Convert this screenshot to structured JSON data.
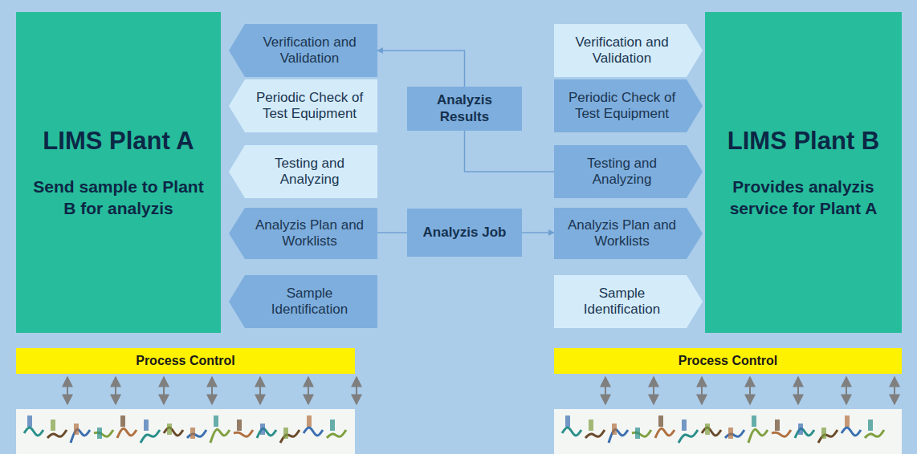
{
  "diagram": {
    "nodes": [
      {
        "text": [
          "LIMS Plant A",
          "Send sample to Plant B for analyzis"
        ]
      },
      {
        "text": [
          "Verification and Validation"
        ]
      },
      {
        "text": [
          "Periodic Check of Test Equipment"
        ]
      },
      {
        "text": [
          "Testing and Analyzing"
        ]
      },
      {
        "text": [
          "Analyzis Plan and Worklists"
        ]
      },
      {
        "text": [
          "Sample Identification"
        ]
      },
      {
        "text": [
          "Analyzis Results"
        ]
      },
      {
        "text": [
          "Analyzis Job"
        ]
      },
      {
        "text": [
          "Verification and Validation"
        ]
      },
      {
        "text": [
          "Periodic Check of Test Equipment"
        ]
      },
      {
        "text": [
          "Testing and Analyzing"
        ]
      },
      {
        "text": [
          "Analyzis Plan and Worklists"
        ]
      },
      {
        "text": [
          "Sample Identification"
        ]
      },
      {
        "text": [
          "LIMS Plant B",
          "Provides analyzis service for Plant A"
        ]
      },
      {
        "text": [
          "Process Control"
        ]
      },
      {
        "text": [
          "Process Control"
        ]
      }
    ],
    "edges": [
      {
        "from": 4,
        "to": 7,
        "arrow": "none"
      },
      {
        "from": 7,
        "to": 11,
        "arrow": "to"
      },
      {
        "from": 10,
        "to": 6,
        "arrow": "none"
      },
      {
        "from": 6,
        "to": 1,
        "arrow": "to"
      }
    ]
  }
}
